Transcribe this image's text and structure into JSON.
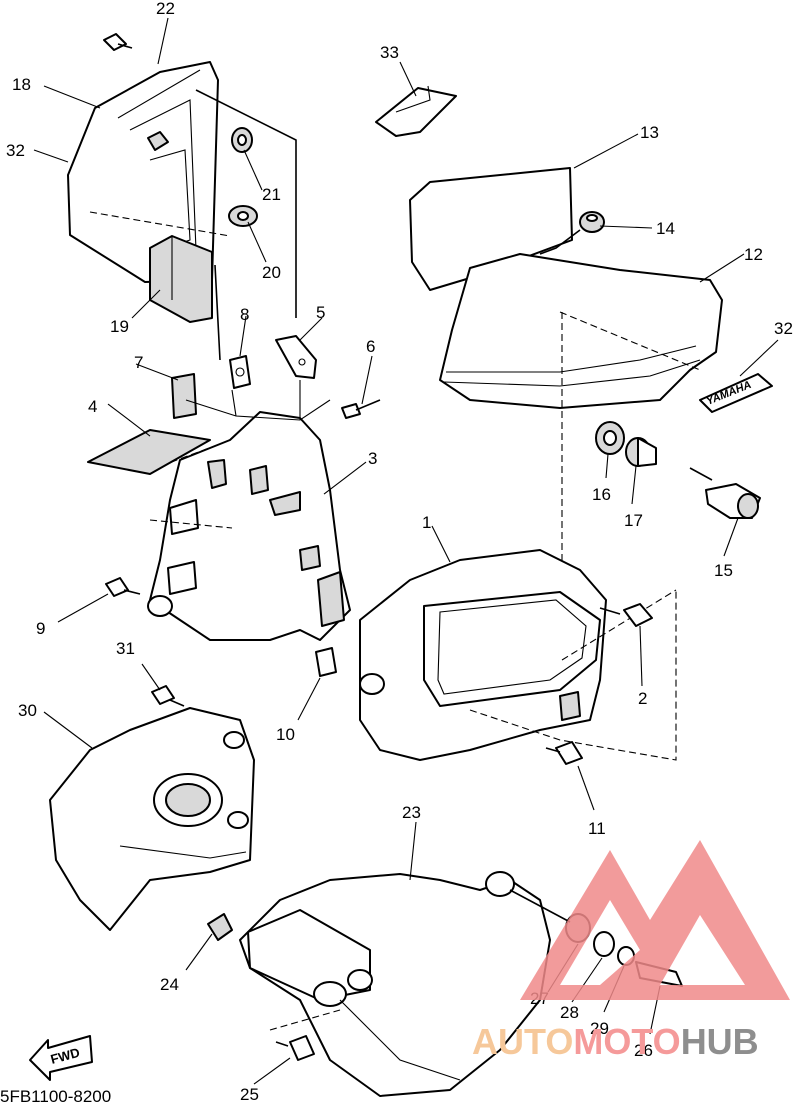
{
  "diagram": {
    "code": "5FB1100-8200",
    "fwd_label": "FWD",
    "decal_text": "YAMAHA",
    "callouts": {
      "c1": "1",
      "c2": "2",
      "c3": "3",
      "c4": "4",
      "c5": "5",
      "c6": "6",
      "c7": "7",
      "c8": "8",
      "c9": "9",
      "c10": "10",
      "c11": "11",
      "c12": "12",
      "c13": "13",
      "c14": "14",
      "c15": "15",
      "c16": "16",
      "c17": "17",
      "c18": "18",
      "c19": "19",
      "c20": "20",
      "c21": "21",
      "c22": "22",
      "c23": "23",
      "c24": "24",
      "c25": "25",
      "c26": "26",
      "c27": "27",
      "c28": "28",
      "c29": "29",
      "c30": "30",
      "c31": "31",
      "c32a": "32",
      "c32b": "32",
      "c33": "33"
    }
  },
  "watermark": {
    "part1": "AUTO",
    "part2": "MOTO",
    "part3": "HUB",
    "colors": {
      "auto": "#f6c89a",
      "moto": "#f59a9a",
      "hub": "#8e8e8e",
      "triangle": "#f08a8a"
    }
  }
}
